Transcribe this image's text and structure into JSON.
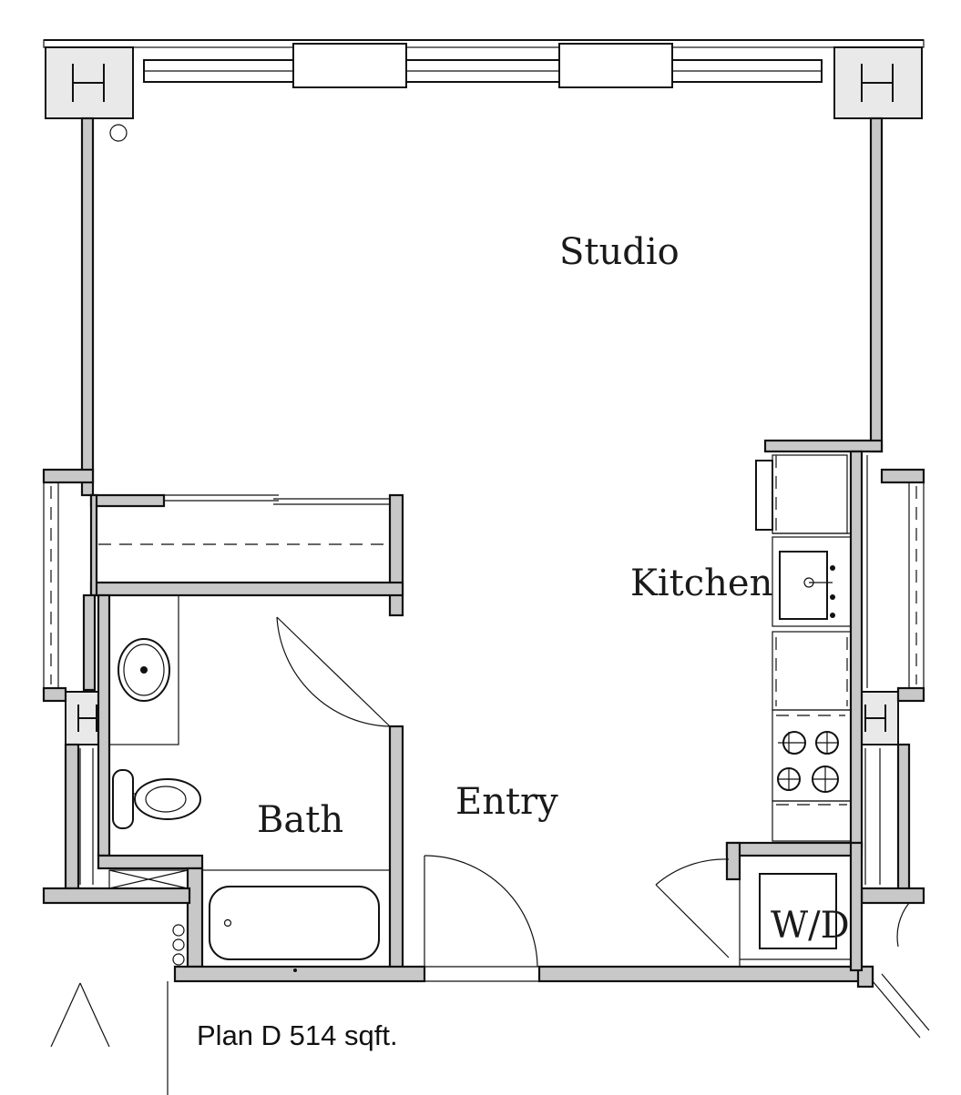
{
  "rooms": {
    "studio": "Studio",
    "kitchen": "Kitchen",
    "bath": "Bath",
    "entry": "Entry",
    "laundry": "W/D"
  },
  "caption": "Plan D 514 sqft.",
  "colors": {
    "wall_fill": "#c8c8c8",
    "line": "#111111",
    "background": "#ffffff"
  },
  "icons": [
    "structural-column-icon",
    "door-swing-icon",
    "window-icon",
    "sink-icon",
    "toilet-icon",
    "bathtub-icon",
    "stove-icon",
    "washer-dryer-icon"
  ]
}
